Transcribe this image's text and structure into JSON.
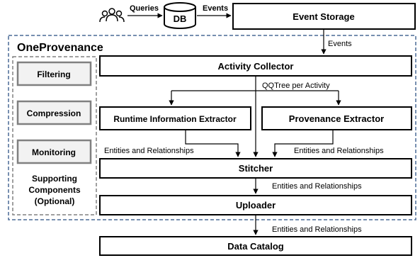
{
  "top": {
    "queries_label": "Queries",
    "db_label": "DB",
    "events_label": "Events",
    "event_storage": "Event Storage",
    "events_down_label": "Events"
  },
  "container": {
    "title": "OneProvenance"
  },
  "components": {
    "activity_collector": "Activity Collector",
    "qqtree_label": "QQTree per Activity",
    "runtime_extractor": "Runtime Information Extractor",
    "provenance_extractor": "Provenance Extractor",
    "entities_left": "Entities and Relationships",
    "entities_right": "Entities and Relationships",
    "stitcher": "Stitcher",
    "entities_stitcher": "Entities and Relationships",
    "uploader": "Uploader",
    "entities_uploader": "Entities and Relationships",
    "data_catalog": "Data Catalog"
  },
  "supporting": {
    "items": [
      "Filtering",
      "Compression",
      "Monitoring"
    ],
    "caption_line1": "Supporting",
    "caption_line2": "Components",
    "caption_line3": "(Optional)"
  },
  "colors": {
    "dashed_border": "#4a6a95",
    "support_border": "#808080",
    "support_fill": "#f2f2f2"
  }
}
